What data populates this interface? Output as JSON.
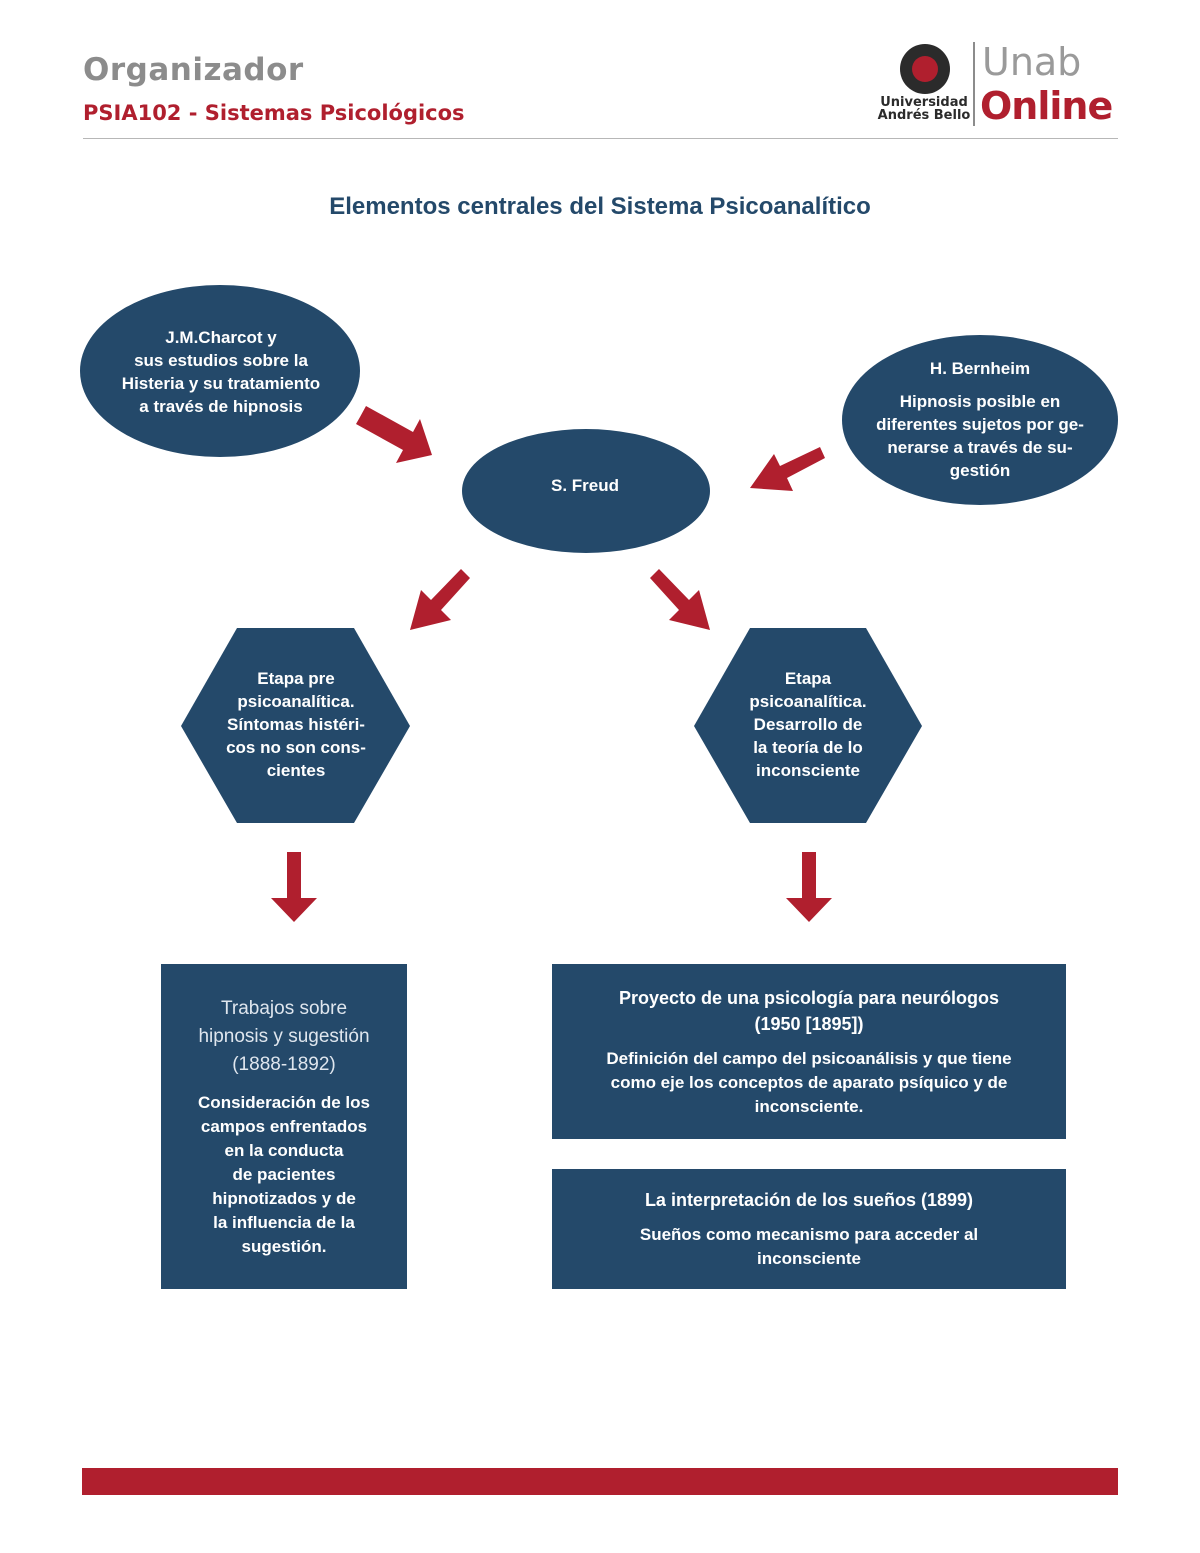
{
  "header": {
    "title": "Organizador",
    "subtitle": "PSIA102 - Sistemas Psicológicos",
    "logo_university": "Universidad Andrés Bello",
    "logo_unab": "Unab",
    "logo_online": "Online"
  },
  "colors": {
    "navy": "#24496a",
    "crimson": "#b01f2e",
    "gray": "#8c8c8c"
  },
  "diagram": {
    "title": "Elementos centrales del Sistema Psicoanalítico",
    "charcot": {
      "lines": [
        "J.M.Charcot y",
        "sus estudios sobre la",
        "Histeria y su tratamiento",
        "a través de hipnosis"
      ]
    },
    "bernheim": {
      "name": "H. Bernheim",
      "lines": [
        "Hipnosis posible en",
        "diferentes sujetos por ge-",
        "nerarse a través de su-",
        "gestión"
      ]
    },
    "freud": {
      "label": "S. Freud"
    },
    "pre_stage": {
      "lines": [
        "Etapa pre",
        "psicoanalítica.",
        "Síntomas histéri-",
        "cos no son cons-",
        "cientes"
      ]
    },
    "stage": {
      "lines": [
        "Etapa",
        "psicoanalítica.",
        "Desarrollo de",
        "la teoría de lo",
        "inconsciente"
      ]
    },
    "hypnosis_works": {
      "title_lines": [
        "Trabajos sobre",
        "hipnosis y sugestión",
        "(1888-1892)"
      ],
      "body_lines": [
        "Consideración de los",
        "campos enfrentados",
        "en la conducta",
        "de pacientes",
        "hipnotizados y de",
        "la influencia de la",
        "sugestión."
      ]
    },
    "project": {
      "title_lines": [
        "Proyecto de una psicología para neurólogos",
        "(1950 [1895])"
      ],
      "body_lines": [
        "Definición del campo del psicoanálisis y que tiene",
        "como eje los conceptos de aparato psíquico y de",
        "inconsciente."
      ]
    },
    "dreams": {
      "title": "La interpretación de los sueños (1899)",
      "body_lines": [
        "Sueños como mecanismo para acceder al",
        "inconsciente"
      ]
    }
  }
}
